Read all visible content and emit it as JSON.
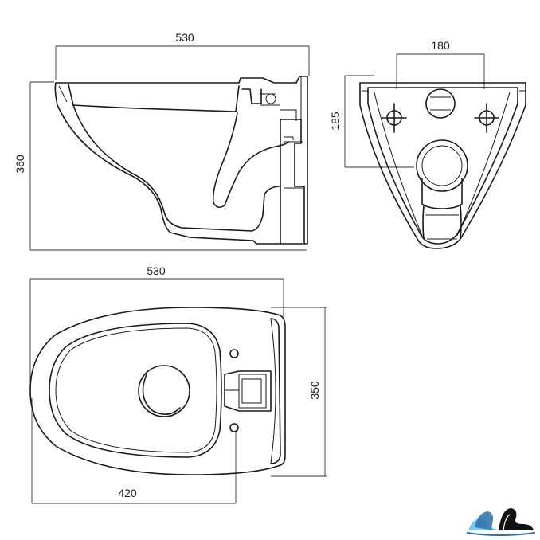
{
  "dimensions": {
    "side_width": "530",
    "side_height": "360",
    "back_width": "180",
    "back_height": "185",
    "top_width": "530",
    "top_depth": "350",
    "top_bottom_width": "420"
  },
  "logo": {
    "icon": "swan-logo-icon",
    "colors": [
      "#7ec8f0",
      "#2a6ea8",
      "#111111"
    ]
  }
}
